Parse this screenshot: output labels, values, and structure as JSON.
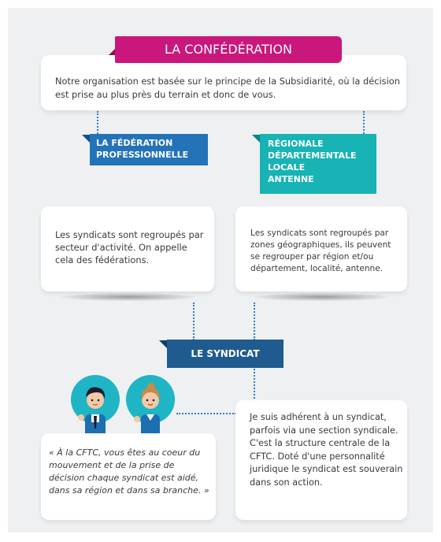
{
  "confederation": {
    "title": "LA CONFÉDÉRATION",
    "text": "Notre organisation est basée sur le principe de la Subsidiarité, où la décision est prise au plus près du terrain et donc de vous."
  },
  "federation": {
    "tag_line1": "LA FÉDÉRATION",
    "tag_line2": "PROFESSIONNELLE",
    "text": "Les syndicats sont regroupés par secteur d'activité. On appelle cela des fédérations."
  },
  "regionale": {
    "tag_line1": "RÉGIONALE",
    "tag_line2": "DÉPARTEMENTALE",
    "tag_line3": "LOCALE",
    "tag_line4": "ANTENNE",
    "text": "Les syndicats sont regroupés par zones géographiques, ils peuvent se regrouper par région et/ou département, localité, antenne."
  },
  "syndicat": {
    "tag": "LE SYNDICAT",
    "text": "Je suis adhérent à un syndicat, parfois via une section syndicale. C'est la structure centrale de la CFTC. Doté d'une personnalité juridique le syndicat est souverain dans son action."
  },
  "quote": {
    "text": "« À la CFTC, vous êtes au coeur du mouvement et de la prise de décision chaque syndicat est aidé, dans sa région et dans sa branche. »"
  },
  "colors": {
    "confederation": "#c9177b",
    "federation": "#2473b9",
    "regionale": "#17b3b5",
    "syndicat": "#1f5b8e",
    "avatar_bg": "#1fb5c4"
  }
}
